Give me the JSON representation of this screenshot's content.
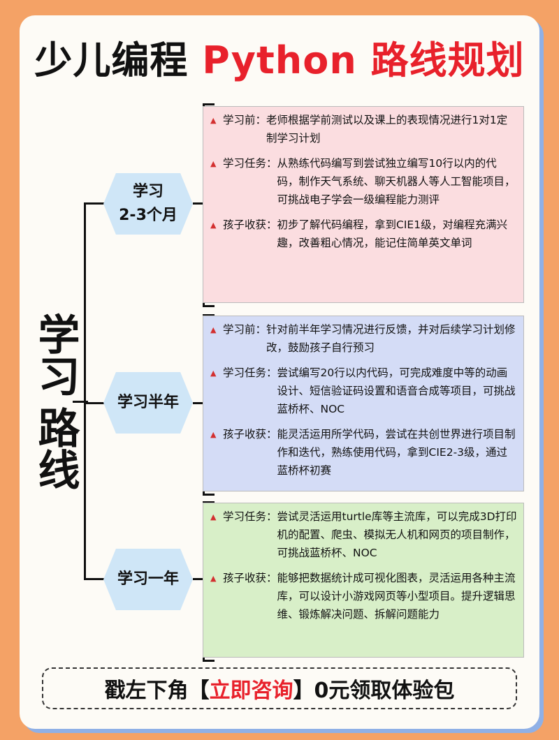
{
  "title": {
    "part1": "少儿编程",
    "part2": "Python 路线规划"
  },
  "root": {
    "line1": "学习",
    "line2": "路线"
  },
  "stages": [
    {
      "label_line1": "学习",
      "label_line2": "2-3个月",
      "items": [
        {
          "label": "学习前：",
          "text": "老师根据学前测试以及课上的表现情况进行1对1定制学习计划"
        },
        {
          "label": "学习任务：",
          "text": "从熟练代码编写到尝试独立编写10行以内的代码，制作天气系统、聊天机器人等人工智能项目，可挑战电子学会一级编程能力测评"
        },
        {
          "label": "孩子收获：",
          "text": "初步了解代码编程，拿到CIE1级，对编程充满兴趣，改善粗心情况，能记住简单英文单词"
        }
      ]
    },
    {
      "label_line1": "学习半年",
      "label_line2": "",
      "items": [
        {
          "label": "学习前：",
          "text": "针对前半年学习情况进行反馈，并对后续学习计划修改，鼓励孩子自行预习"
        },
        {
          "label": "学习任务：",
          "text": "尝试编写20行以内代码，可完成难度中等的动画设计、短信验证码设置和语音合成等项目，可挑战蓝桥杯、NOC"
        },
        {
          "label": "孩子收获：",
          "text": "能灵活运用所学代码，尝试在共创世界进行项目制作和迭代，熟练使用代码，拿到CIE2-3级，通过蓝桥杯初赛"
        }
      ]
    },
    {
      "label_line1": "学习一年",
      "label_line2": "",
      "items": [
        {
          "label": "学习任务：",
          "text": "尝试灵活运用turtle库等主流库，可以完成3D打印机的配置、爬虫、模拟无人机和网页的项目制作，可挑战蓝桥杯、NOC"
        },
        {
          "label": "孩子收获：",
          "text": "能够把数据统计成可视化图表，灵活运用各种主流库，可以设计小游戏网页等小型项目。提升逻辑思维、锻炼解决问题、拆解问题能力"
        }
      ]
    }
  ],
  "banner": {
    "prefix": "戳左下角【",
    "highlight": "立即咨询",
    "suffix": "】0元领取体验包"
  },
  "colors": {
    "accent_red": "#e8212b",
    "background": "#f4a266",
    "hex_fill": "#cfe6f7",
    "pink_box": "#fbdde0",
    "blue_box": "#d4dcf6",
    "green_box": "#d8efc8"
  }
}
